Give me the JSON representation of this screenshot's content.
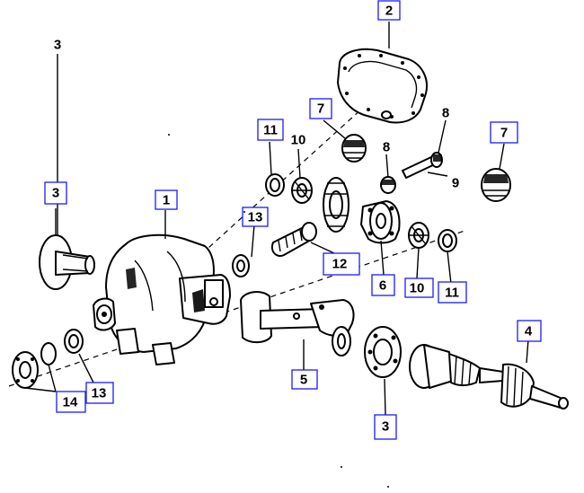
{
  "diagram": {
    "callouts": [
      {
        "id": "c-2-top",
        "label": "2"
      },
      {
        "id": "c-3-left",
        "label": "3"
      },
      {
        "id": "c-7-mid",
        "label": "7"
      },
      {
        "id": "c-11-top",
        "label": "11"
      },
      {
        "id": "c-10-top",
        "label": "10"
      },
      {
        "id": "c-7-right",
        "label": "7"
      },
      {
        "id": "c-1",
        "label": "1"
      },
      {
        "id": "c-13-mid",
        "label": "13"
      },
      {
        "id": "c-12",
        "label": "12"
      },
      {
        "id": "c-6",
        "label": "6"
      },
      {
        "id": "c-10-bot",
        "label": "10"
      },
      {
        "id": "c-11-bot",
        "label": "11"
      },
      {
        "id": "c-4",
        "label": "4"
      },
      {
        "id": "c-5",
        "label": "5"
      },
      {
        "id": "c-3-bot",
        "label": "3"
      },
      {
        "id": "c-13-bot",
        "label": "13"
      },
      {
        "id": "c-14",
        "label": "14"
      }
    ],
    "free_labels": [
      {
        "id": "f-8-top",
        "label": "8"
      },
      {
        "id": "f-8-mid",
        "label": "8"
      },
      {
        "id": "f-9",
        "label": "9"
      }
    ]
  }
}
